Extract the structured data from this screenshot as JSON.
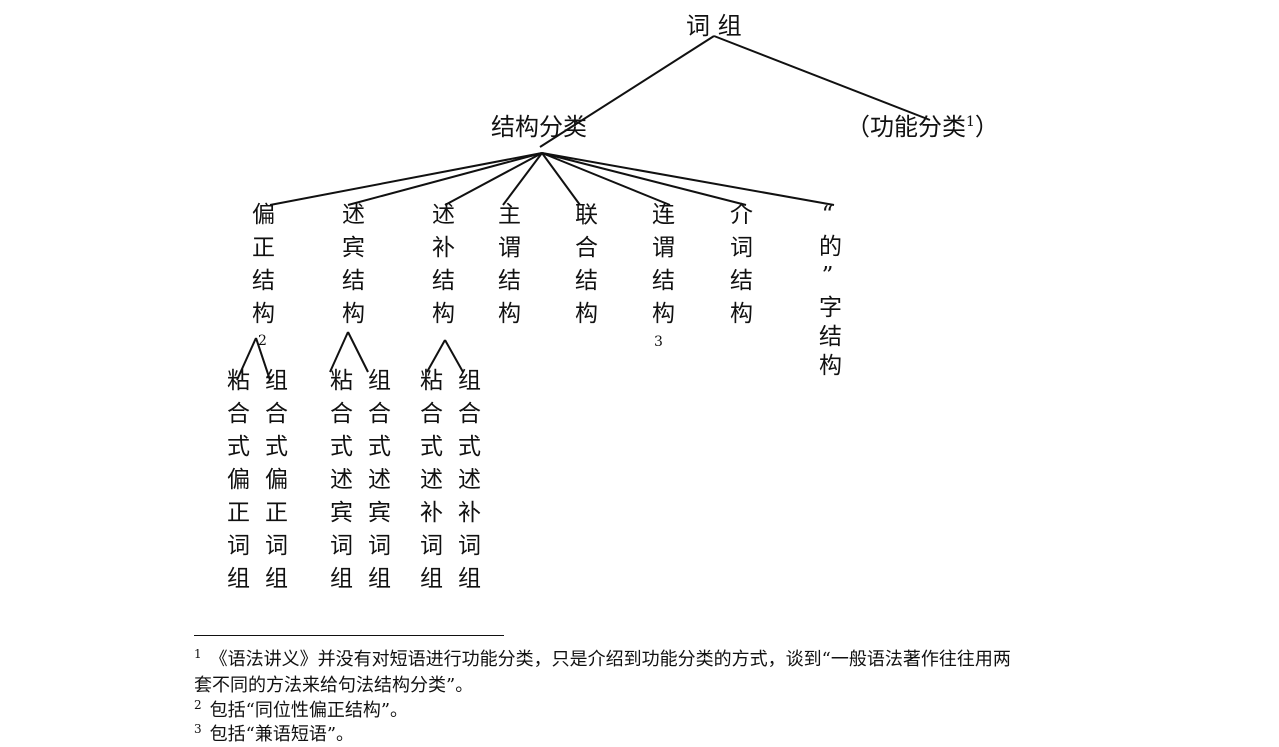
{
  "root": {
    "label": "词 组"
  },
  "level1": {
    "structural": "结构分类",
    "functional_open": "（功能分类",
    "functional_sup": "1",
    "functional_close": "）"
  },
  "structures": [
    {
      "text": "偏正结构"
    },
    {
      "text": "述宾结构"
    },
    {
      "text": "述补结构"
    },
    {
      "text": "主谓结构"
    },
    {
      "text": "联合结构"
    },
    {
      "text": "连谓结构"
    },
    {
      "text": "介词结构"
    },
    {
      "text": "“的”字结构"
    }
  ],
  "structure_marks": {
    "pianzheng": "2",
    "lianwei": "3"
  },
  "subtypes": [
    {
      "text": "粘合式偏正词组"
    },
    {
      "text": "组合式偏正词组"
    },
    {
      "text": "粘合式述宾词组"
    },
    {
      "text": "组合式述宾词组"
    },
    {
      "text": "粘合式述补词组"
    },
    {
      "text": "组合式述补词组"
    }
  ],
  "footnotes": {
    "fn1_mark": "1",
    "fn1_line1": "《语法讲义》并没有对短语进行功能分类，只是介绍到功能分类的方式，谈到“一般语法著作往往用两",
    "fn1_line2": "套不同的方法来给句法结构分类”。",
    "fn2_mark": "2",
    "fn2_text": "包括“同位性偏正结构”。",
    "fn3_mark": "3",
    "fn3_text": "包括“兼语短语”。"
  }
}
